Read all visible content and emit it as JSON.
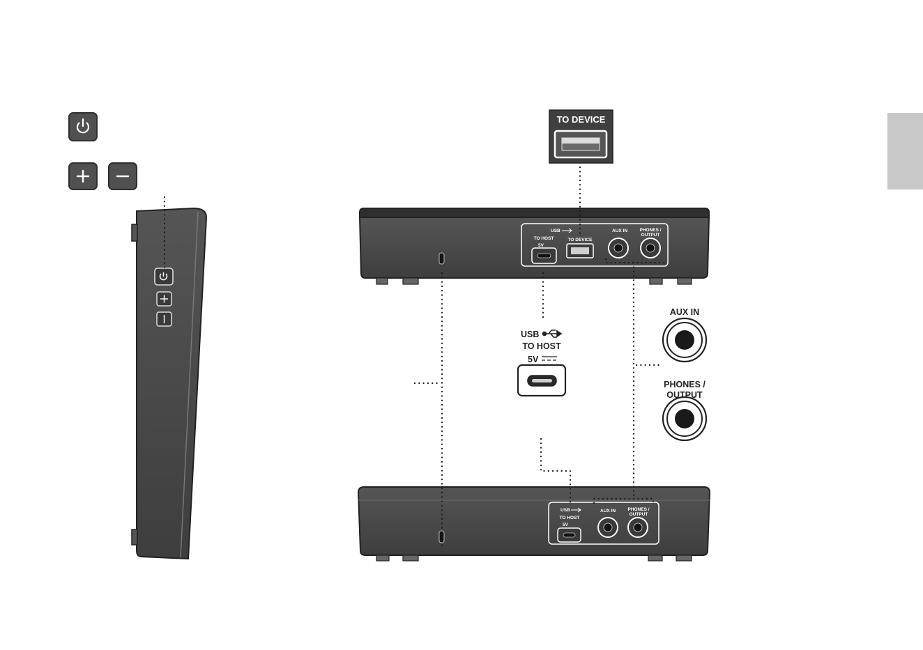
{
  "colors": {
    "body": "#4a4a4a",
    "body_dark": "#333333",
    "tab": "#c8c8c8",
    "background": "#ffffff"
  },
  "icons": {
    "power": "power-icon",
    "plus": "plus-icon",
    "minus": "minus-icon",
    "usb": "usb-icon"
  },
  "callouts": {
    "to_device": "TO DEVICE",
    "usb": "USB",
    "to_host": "TO HOST",
    "five_volt": "5V",
    "aux_in": "AUX IN",
    "phones_line1": "PHONES /",
    "phones_line2": "OUTPUT"
  },
  "rear_panel_top": {
    "usb": "USB",
    "to_host": "TO HOST",
    "five_volt": "5V",
    "to_device": "TO DEVICE",
    "aux_in": "AUX IN",
    "phones_line1": "PHONES /",
    "phones_line2": "OUTPUT"
  },
  "rear_panel_bottom": {
    "usb": "USB",
    "to_host": "TO HOST",
    "five_volt": "5V",
    "aux_in": "AUX IN",
    "phones_line1": "PHONES /",
    "phones_line2": "OUTPUT"
  }
}
